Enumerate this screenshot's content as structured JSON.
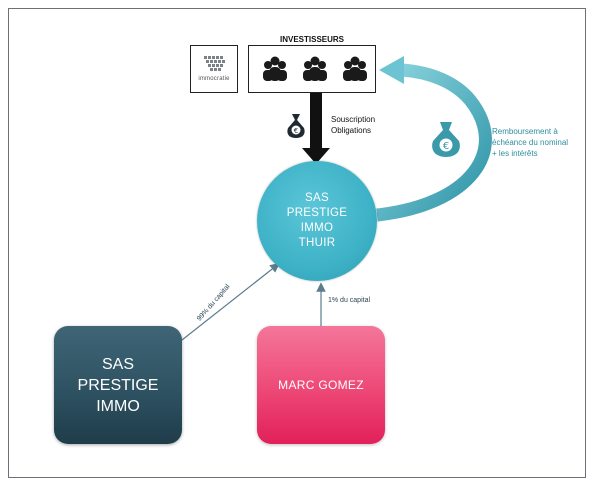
{
  "logo": {
    "brand": "immocratie"
  },
  "investors": {
    "label": "INVESTISSEURS"
  },
  "flows": {
    "subscription": "Souscription\nObligations",
    "repayment": "Remboursement à\néchéance du nominal\n+ les intérêts"
  },
  "entities": {
    "center": "SAS\nPRESTIGE\nIMMO\nTHUIR",
    "left": "SAS\nPRESTIGE\nIMMO",
    "right": "MARC GOMEZ"
  },
  "shares": {
    "left": "99% du capital",
    "right": "1% du capital"
  },
  "colors": {
    "center": "#3eb2c7",
    "left": "#2e5262",
    "right": "#ee4c79",
    "repayment_text": "#2d8ea0",
    "money_bag_dark": "#1f2a33",
    "money_bag_teal": "#3a9aa9"
  },
  "icons": {
    "investors": "people-group-icon",
    "subscription": "euro-money-bag-icon",
    "repayment": "euro-money-bag-icon"
  }
}
